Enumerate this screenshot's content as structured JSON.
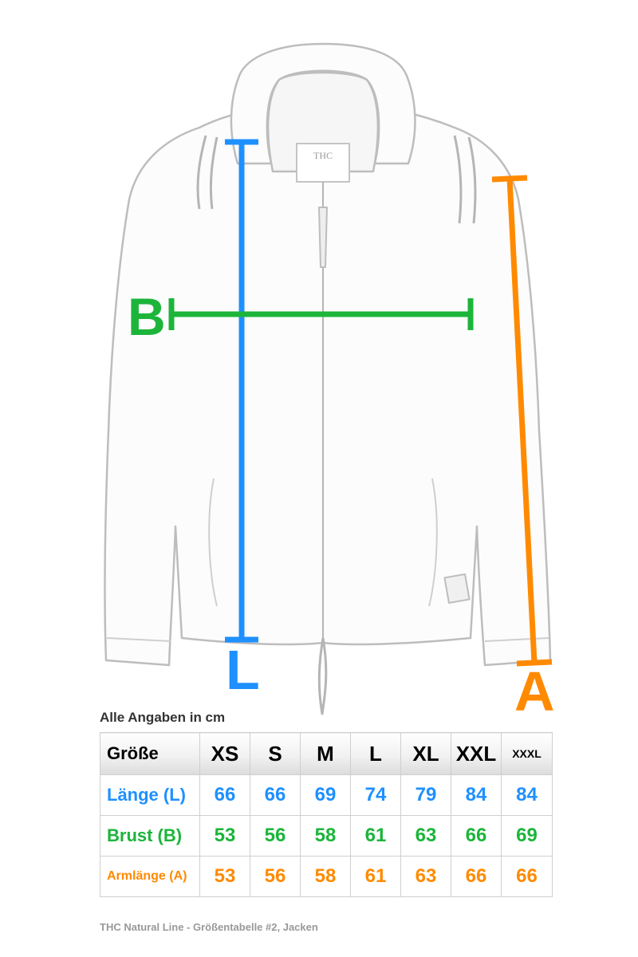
{
  "colors": {
    "length": "#1e90ff",
    "chest": "#1cb53a",
    "arm": "#ff8a00",
    "sketch": "#bdbdbd"
  },
  "illustration": {
    "icon": "hooded-zip-jacket-sketch",
    "tag_text": "THC",
    "dimension_letters": {
      "chest": "B",
      "length": "L",
      "arm": "A"
    }
  },
  "unit_note": "Alle Angaben in cm",
  "table": {
    "header": [
      "Größe",
      "XS",
      "S",
      "M",
      "L",
      "XL",
      "XXL",
      "XXXL"
    ],
    "rows": [
      {
        "label": "Länge (L)",
        "values": [
          "66",
          "66",
          "69",
          "74",
          "79",
          "84",
          "84"
        ]
      },
      {
        "label": "Brust (B)",
        "values": [
          "53",
          "56",
          "58",
          "61",
          "63",
          "66",
          "69"
        ]
      },
      {
        "label": "Armlänge (A)",
        "values": [
          "53",
          "56",
          "58",
          "61",
          "63",
          "66",
          "66"
        ]
      }
    ]
  },
  "footer_caption": "THC Natural Line - Größentabelle #2, Jacken"
}
